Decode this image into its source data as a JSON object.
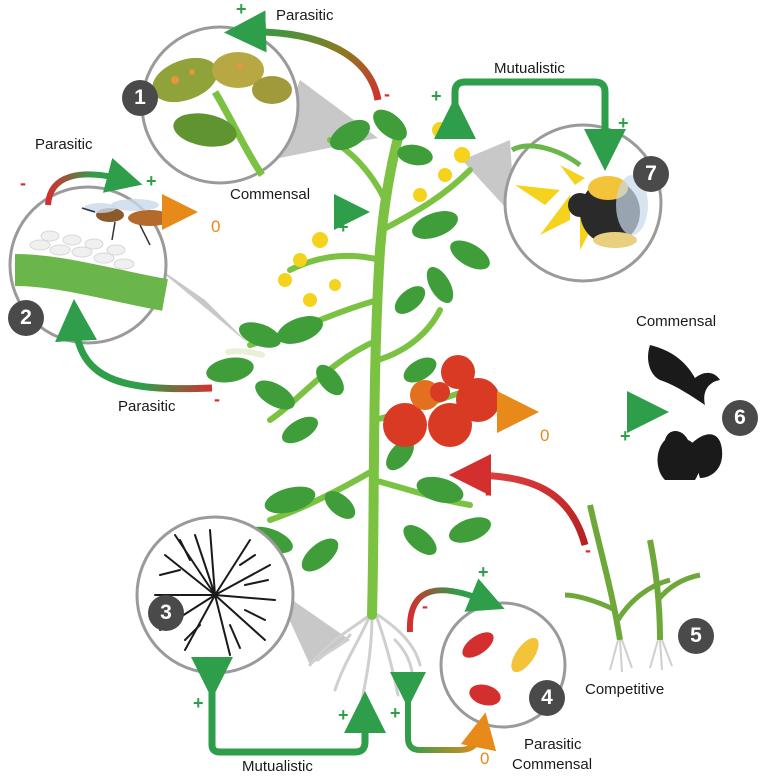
{
  "labels": {
    "parasitic_top": "Parasitic",
    "parasitic_wasp": "Parasitic",
    "parasitic_caterpillar": "Parasitic",
    "commensal_wasp": "Commensal",
    "mutualistic_bee": "Mutualistic",
    "commensal_animals": "Commensal",
    "competitive": "Competitive",
    "parasitic_microbes": "Parasitic",
    "commensal_microbes": "Commensal",
    "mutualistic_roots": "Mutualistic"
  },
  "badges": [
    "1",
    "2",
    "3",
    "4",
    "5",
    "6",
    "7"
  ],
  "signs": {
    "plus": "+",
    "minus": "-",
    "zero": "0"
  },
  "colors": {
    "plus": "#2e9e4a",
    "minus": "#d32f2f",
    "zero": "#e88a1a",
    "stem": "#7cc242",
    "leaf": "#3f9e3a",
    "tomato": "#d93a23",
    "flower": "#f5d31d",
    "badge": "#4a4a4a"
  }
}
